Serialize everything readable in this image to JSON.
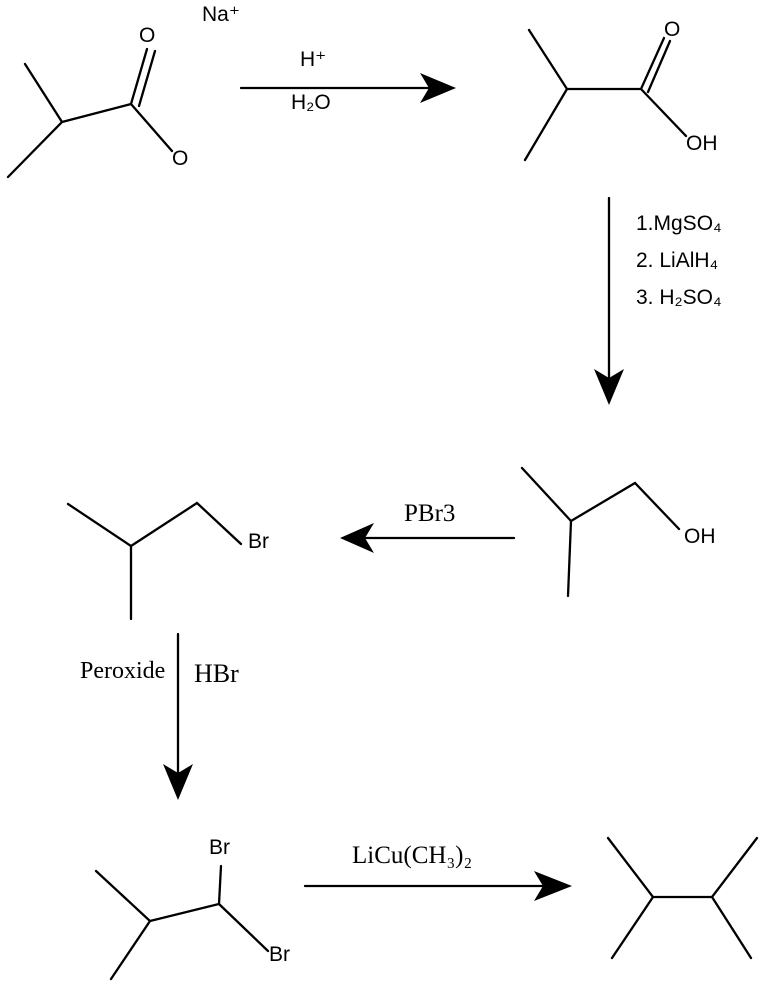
{
  "colors": {
    "ink": "#000000",
    "background": "#ffffff"
  },
  "structures": [
    {
      "id": "sodium-2-methylpropanoate",
      "atom_labels": {
        "cation": "Na⁺",
        "carbonyl_oxygen": "O",
        "carboxylate_oxygen": "O"
      }
    },
    {
      "id": "2-methylpropanoic-acid",
      "atom_labels": {
        "carbonyl_oxygen": "O",
        "hydroxyl": "OH"
      }
    },
    {
      "id": "2-methylpropan-1-ol",
      "atom_labels": {
        "hydroxyl": "OH"
      }
    },
    {
      "id": "1-bromo-2-methylpropane",
      "atom_labels": {
        "bromine": "Br"
      }
    },
    {
      "id": "1-1-dibromo-2-methylpropane",
      "atom_labels": {
        "bromine_top": "Br",
        "bromine_bottom": "Br"
      }
    },
    {
      "id": "2-3-dimethylbutane",
      "atom_labels": {}
    }
  ],
  "arrows": [
    {
      "id": "arrow-1",
      "direction": "right",
      "label_above": "H⁺",
      "label_below": "H₂O"
    },
    {
      "id": "arrow-2",
      "direction": "down",
      "labels": [
        "1.MgSO₄",
        "2. LiAlH₄",
        "3. H₂SO₄"
      ]
    },
    {
      "id": "arrow-3",
      "direction": "left",
      "label_above": "PBr3"
    },
    {
      "id": "arrow-4",
      "direction": "down",
      "label_left": "Peroxide",
      "label_right": "HBr"
    },
    {
      "id": "arrow-5",
      "direction": "right",
      "label_above": "LiCu(CH₃)₂"
    }
  ]
}
